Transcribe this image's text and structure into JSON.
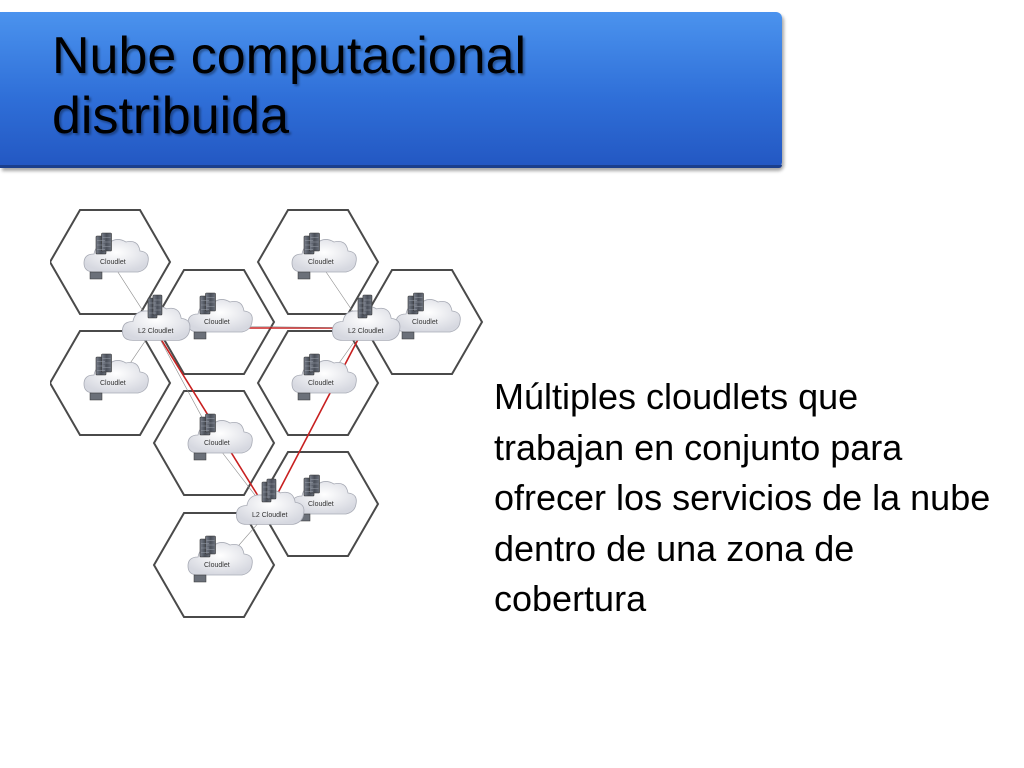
{
  "slide": {
    "title": "Nube computacional\ndistribuida",
    "body": "Múltiples cloudlets que trabajan en conjunto para ofrecer los servicios de la nube dentro de una zona de cobertura"
  },
  "diagram": {
    "cloudlet_label": "Cloudlet",
    "l2_label": "L2 Cloudlet",
    "cells": [
      {
        "name": "hex-cell-top-left",
        "label": "Cloudlet"
      },
      {
        "name": "hex-cell-upper-middle",
        "label": "Cloudlet"
      },
      {
        "name": "hex-cell-left",
        "label": "Cloudlet"
      },
      {
        "name": "hex-cell-top-right",
        "label": "Cloudlet"
      },
      {
        "name": "hex-cell-right",
        "label": "Cloudlet"
      },
      {
        "name": "hex-cell-center-right",
        "label": "Cloudlet"
      },
      {
        "name": "hex-cell-center",
        "label": "Cloudlet"
      },
      {
        "name": "hex-cell-lower-right",
        "label": "Cloudlet"
      },
      {
        "name": "hex-cell-bottom",
        "label": "Cloudlet"
      }
    ],
    "l2_nodes": [
      {
        "name": "l2-cloudlet-left",
        "label": "L2 Cloudlet"
      },
      {
        "name": "l2-cloudlet-right",
        "label": "L2 Cloudlet"
      },
      {
        "name": "l2-cloudlet-bottom",
        "label": "L2 Cloudlet"
      }
    ],
    "colors": {
      "hex_stroke": "#4a4a4a",
      "hex_fill": "#ffffff",
      "link_red": "#c82020",
      "cloud_fill": "#e9e9ee",
      "server": "#5a5f6a"
    }
  }
}
